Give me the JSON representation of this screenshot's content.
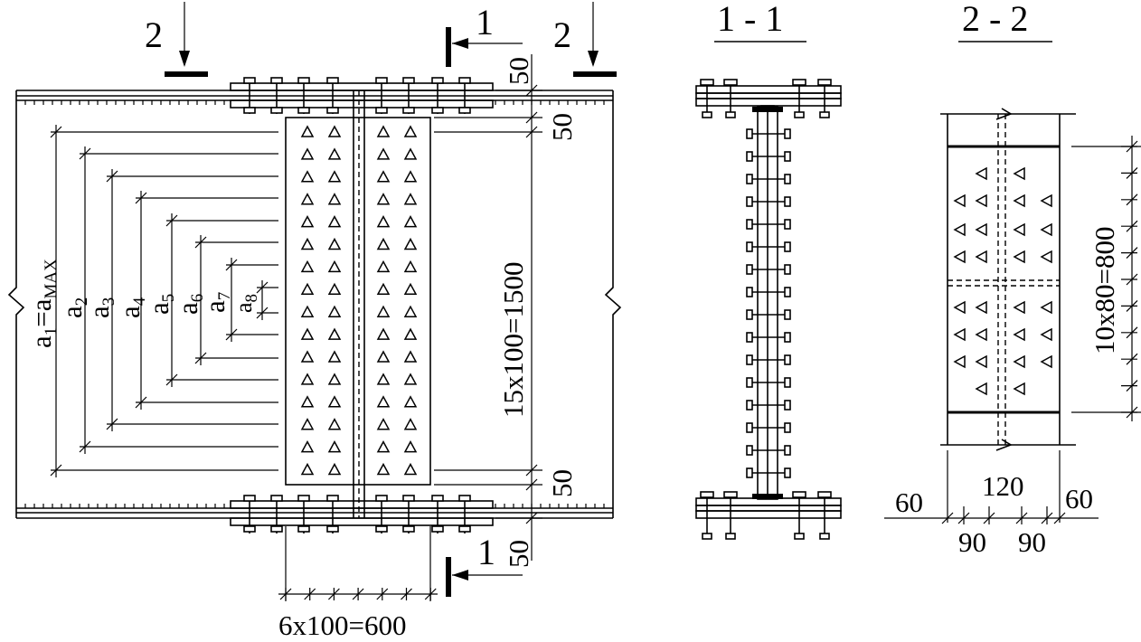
{
  "drawing": {
    "elevation": {
      "section_marks": {
        "mark_2": "2",
        "mark_1": "1"
      },
      "dims": {
        "top_50": "50",
        "top_50_b": "50",
        "bottom_50": "50",
        "bottom_50_b": "50",
        "vertical_pitch": "15x100=1500",
        "horizontal_pitch": "6x100=600"
      },
      "a_labels": {
        "a1_main": "a",
        "a1_sub": "1",
        "a1_eq": "=a",
        "a1_max": "MAX",
        "a2": "2",
        "a3": "3",
        "a4": "4",
        "a5": "5",
        "a6": "6",
        "a7": "7",
        "a8": "8",
        "a_letter": "a"
      }
    },
    "section_1_1": {
      "title": "1 - 1"
    },
    "section_2_2": {
      "title": "2 - 2",
      "dims": {
        "left_60": "60",
        "mid_120": "120",
        "right_60": "60",
        "left_90": "90",
        "right_90": "90",
        "vertical_pitch": "10x80=800"
      }
    }
  }
}
